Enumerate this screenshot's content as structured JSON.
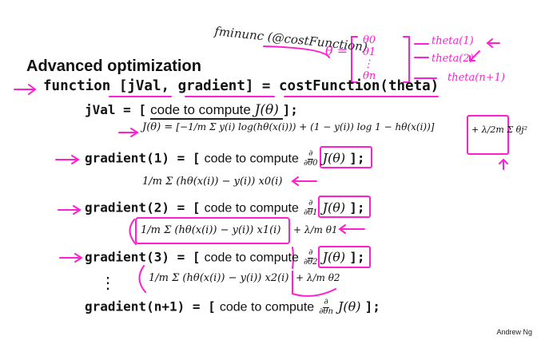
{
  "slide": {
    "title": "Advanced optimization",
    "function_line": "function [jVal, gradient] = costFunction(theta)",
    "jval_line_prefix": "jVal = [",
    "jval_line_text": "code to compute",
    "jval_line_math": "J(θ)",
    "jval_line_suffix": "];",
    "jtheta_lhs": "J(θ) =",
    "jtheta_body": "[−1/m Σ y(i) log(hθ(x(i))) + (1 − y(i)) log 1 − hθ(x(i))]",
    "jtheta_reg": "+ λ/2m Σ θj²",
    "gradients": [
      {
        "prefix": "gradient(1) = [",
        "text": "code to compute",
        "deriv_num": "∂",
        "deriv_den": "∂θ0",
        "tail": "J(θ)",
        "suffix": "];",
        "formula": "1/m Σ (hθ(x(i)) − y(i)) x0(i)"
      },
      {
        "prefix": "gradient(2) = [",
        "text": "code to compute",
        "deriv_num": "∂",
        "deriv_den": "∂θ1",
        "tail": "J(θ)",
        "suffix": "];",
        "formula": "1/m Σ (hθ(x(i)) − y(i)) x1(i)",
        "reg": "+ λ/m θ1"
      },
      {
        "prefix": "gradient(3) = [",
        "text": "code to compute",
        "deriv_num": "∂",
        "deriv_den": "∂θ2",
        "tail": "J(θ)",
        "suffix": "];",
        "formula": "1/m Σ (hθ(x(i)) − y(i)) x2(i)",
        "reg": "+ λ/m θ2"
      },
      {
        "prefix": "gradient(n+1) = [",
        "text": "code to compute",
        "deriv_num": "∂",
        "deriv_den": "∂θn",
        "tail": "J(θ)",
        "suffix": "];"
      }
    ],
    "vdots": "⋮",
    "credit": "Andrew Ng"
  },
  "annotations": {
    "fminunc_note": "fminunc (@costFunction)",
    "theta_symbol": "θ =",
    "theta_vector": [
      "θ0",
      "θ1",
      "⋮",
      "θn"
    ],
    "theta_labels": [
      "theta(1)",
      "theta(2)",
      "theta(n+1)"
    ]
  },
  "colors": {
    "ink": "#111111",
    "annotation": "#ff1fd1",
    "background": "#ffffff"
  }
}
